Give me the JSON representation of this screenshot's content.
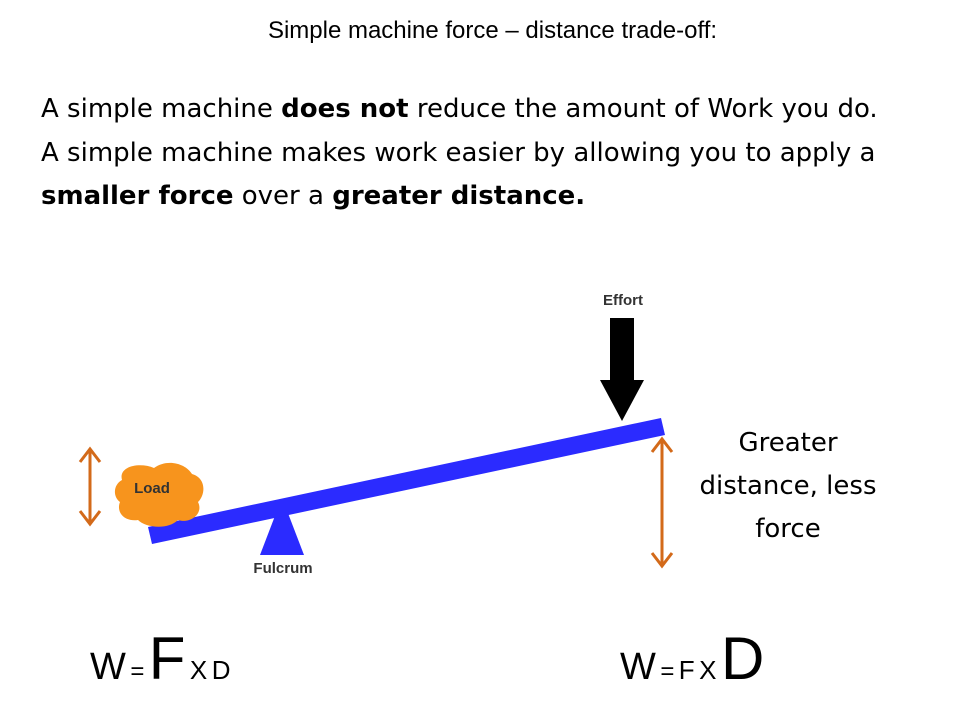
{
  "title": "Simple machine force – distance trade-off:",
  "paragraph": {
    "l1_a": "A simple machine ",
    "l1_b": "does not",
    "l1_c": " reduce the amount of Work you do.",
    "l2_a": "A simple machine makes work easier by allowing you to apply a ",
    "l2_b": "smaller force",
    "l2_c": " over a ",
    "l2_d": "greater distance."
  },
  "diagram": {
    "effort_label": "Effort",
    "load_label": "Load",
    "fulcrum_label": "Fulcrum",
    "side_label": "Greater distance, less force",
    "colors": {
      "lever": "#2b2bff",
      "load": "#f7941d",
      "arrow_orange": "#d36a1a",
      "effort_arrow": "#000000"
    }
  },
  "formula_left": {
    "w": "W",
    "eq": "=",
    "f": "F",
    "x": "X",
    "d": "D"
  },
  "formula_right": {
    "w": "W",
    "eq": "=",
    "f": "F",
    "x": "X",
    "d": "D"
  }
}
